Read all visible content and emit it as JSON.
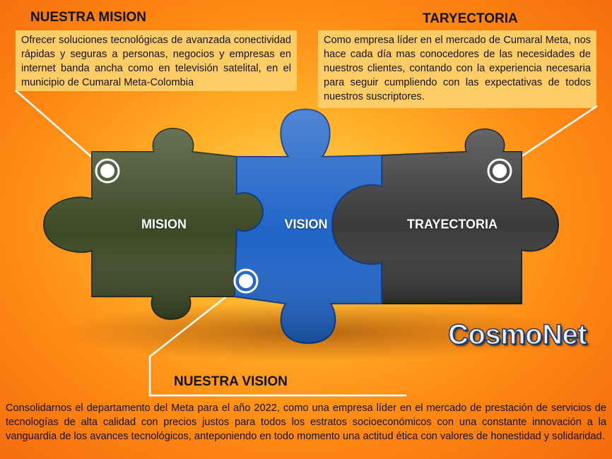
{
  "mission": {
    "heading": "NUESTRA MISION",
    "text": "Ofrecer soluciones tecnológicas de avanzada conectividad rápidas y seguras a personas, negocios y empresas en internet banda ancha como en televisión satelital, en el municipio de Cumaral Meta-Colombia"
  },
  "trajectory": {
    "heading": "TARYECTORIA",
    "text": "Como empresa líder en el mercado de Cumaral Meta, nos hace cada día mas conocedores de las necesidades de nuestros clientes, contando con la experiencia necesaria para seguir cumpliendo con las expectativas de todos nuestros suscriptores."
  },
  "vision": {
    "heading": "NUESTRA VISION",
    "text": "Consolidarnos el departamento del Meta para el año 2022, como una empresa líder en el mercado de prestación de servicios de tecnologías de alta calidad con precios justos para todos los estratos socioeconómicos con una constante innovación a la vanguardia de los avances tecnológicos, anteponiendo en todo momento una actitud ética con valores de honestidad y solidaridad."
  },
  "puzzle": {
    "pieces": [
      {
        "label": "MISION",
        "color": "#3d4a26"
      },
      {
        "label": "VISION",
        "color": "#1f64c8"
      },
      {
        "label": "TRAYECTORIA",
        "color": "#3a3a3d"
      }
    ]
  },
  "brand": {
    "name": "CosmoNet"
  }
}
